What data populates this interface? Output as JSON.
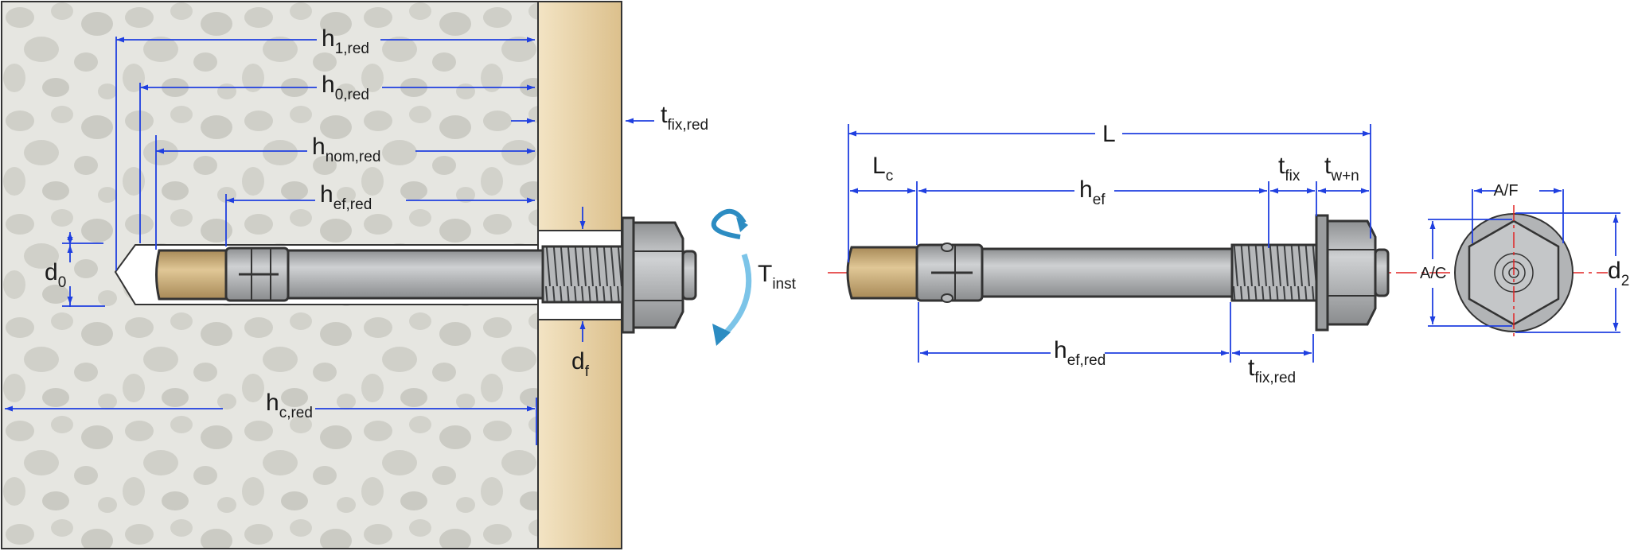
{
  "colors": {
    "concrete": "#e4e4df",
    "aggregate": "#c9c9c2",
    "fixture": "#e2c99a",
    "metal": "#a9abad",
    "metal_dark": "#6c6e70",
    "brass": "#c9ac78",
    "dim_line": "#1f3fe0",
    "center_line": "#e02424",
    "torque_arrow": "#2c8cc2"
  },
  "icons": {
    "torque_arrow": "curved-rotation-arrows"
  },
  "labels": {
    "h1red": {
      "main": "h",
      "sub": "1,red"
    },
    "h0red": {
      "main": "h",
      "sub": "0,red"
    },
    "hnomred": {
      "main": "h",
      "sub": "nom,red"
    },
    "hefred_left": {
      "main": "h",
      "sub": "ef,red"
    },
    "tfixred_left": {
      "main": "t",
      "sub": "fix,red"
    },
    "d0": {
      "main": "d",
      "sub": "0"
    },
    "df": {
      "main": "d",
      "sub": "f"
    },
    "hcred": {
      "main": "h",
      "sub": "c,red"
    },
    "tinst": {
      "main": "T",
      "sub": "inst"
    },
    "L": {
      "main": "L"
    },
    "Lc": {
      "main": "L",
      "sub": "c"
    },
    "hef": {
      "main": "h",
      "sub": "ef"
    },
    "tfix": {
      "main": "t",
      "sub": "fix"
    },
    "twn": {
      "main": "t",
      "sub": "w+n"
    },
    "hefred_right": {
      "main": "h",
      "sub": "ef,red"
    },
    "tfixred_right": {
      "main": "t",
      "sub": "fix,red"
    },
    "af": {
      "main": "A/F"
    },
    "ac": {
      "main": "A/C"
    },
    "d2": {
      "main": "d",
      "sub": "2"
    }
  }
}
